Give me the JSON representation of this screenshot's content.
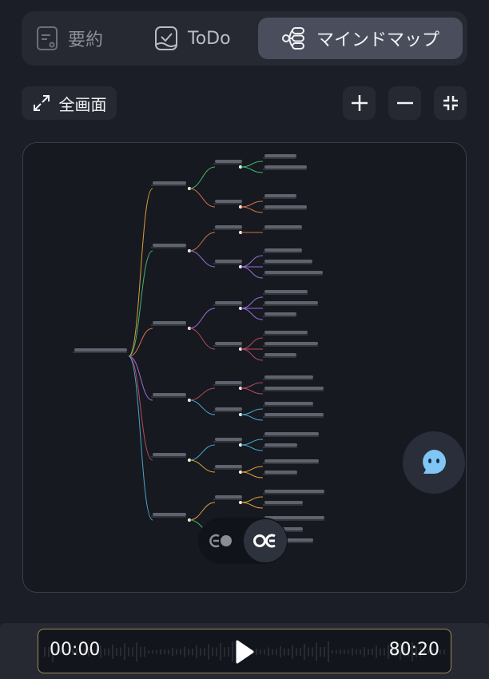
{
  "tabs": [
    {
      "label": "要約",
      "icon": "summary-icon",
      "active": false
    },
    {
      "label": "ToDo",
      "icon": "todo-check-icon",
      "active": false
    },
    {
      "label": "マインドマップ",
      "icon": "mindmap-icon",
      "active": true
    }
  ],
  "toolbar": {
    "fullscreen_label": "全画面",
    "zoom_in": "plus-icon",
    "zoom_out": "minus-icon",
    "fit": "collapse-icon"
  },
  "mindmap": {
    "branch_colors": [
      "#d9a03a",
      "#45b36b",
      "#d2704a",
      "#9b6fd6",
      "#b84a5c",
      "#4aa3c9"
    ]
  },
  "player": {
    "current_time": "00:00",
    "total_time": "80:20"
  },
  "colors": {
    "accent_border": "#9c8a56",
    "active_tab": "#4a4e5c",
    "chat_icon": "#7fc6f5"
  }
}
